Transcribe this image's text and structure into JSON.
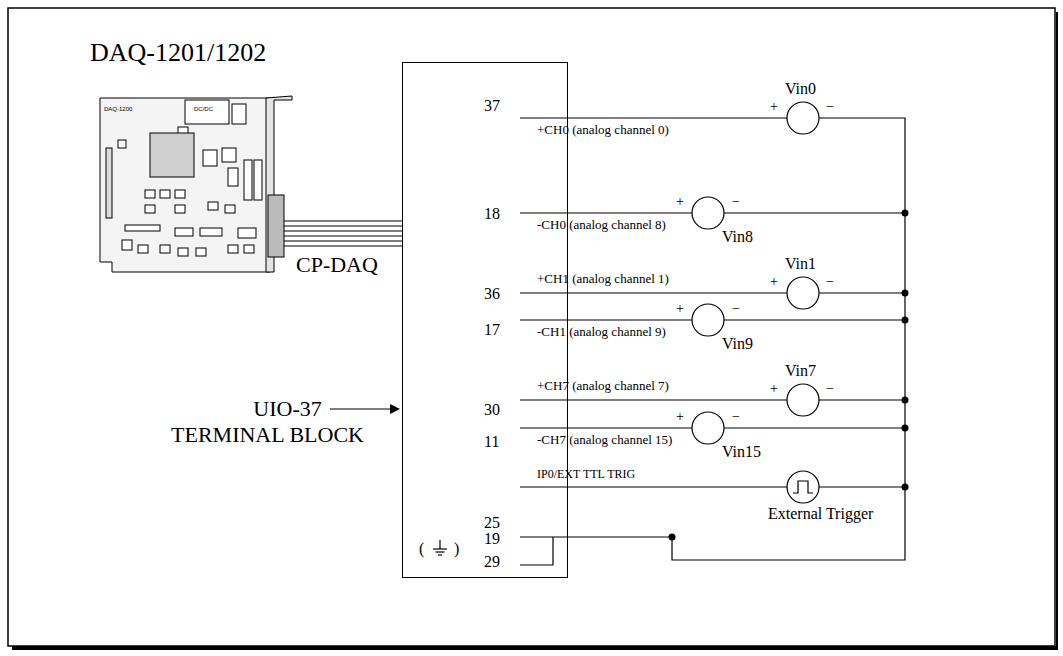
{
  "diagram": {
    "nodes": [
      {
        "text": [
          "37",
          "18",
          "36",
          "17",
          "30",
          "11",
          "25",
          "19",
          "29",
          "(",
          ")"
        ]
      }
    ],
    "labels": [
      "DAQ-1201/1202",
      "DAQ-1200",
      "DC/DC",
      "CP-DAQ",
      "UIO-37 TERMINAL BLOCK",
      "+CH0 (analog channel 0)",
      "-CH0 (analog channel 8)",
      "+CH1 (analog channel 1)",
      "-CH1 (analog channel 9)",
      "+CH7 (analog channel 7)",
      "-CH7 (analog channel 15)",
      "IP0/EXT TTL TRIG",
      "Vin0",
      "+",
      "−",
      "+",
      "−",
      "Vin8",
      "Vin1",
      "+",
      "−",
      "+",
      "−",
      "Vin9",
      "Vin7",
      "+",
      "−",
      "+",
      "−",
      "Vin15",
      "External Trigger"
    ]
  }
}
